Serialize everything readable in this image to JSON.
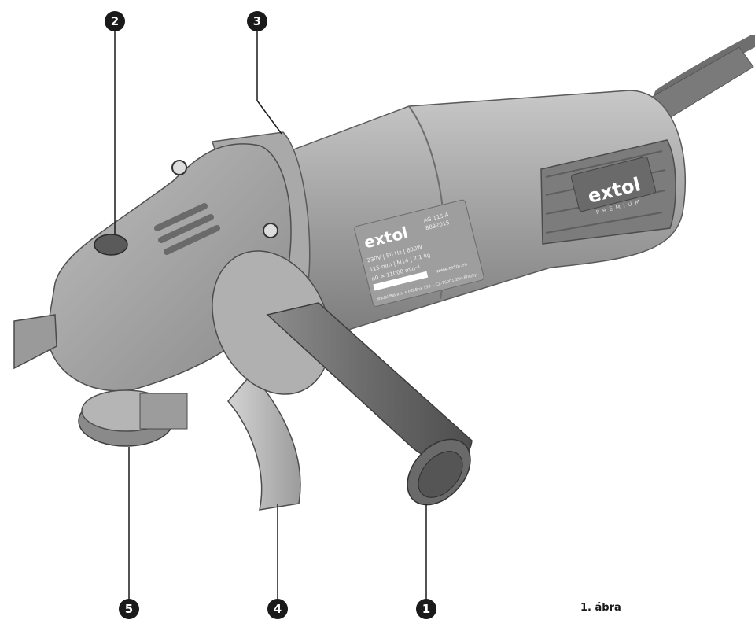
{
  "figure": {
    "caption": "1. ábra",
    "callouts": [
      {
        "id": "c1",
        "number": "1"
      },
      {
        "id": "c2",
        "number": "2"
      },
      {
        "id": "c3",
        "number": "3"
      },
      {
        "id": "c4",
        "number": "4"
      },
      {
        "id": "c5",
        "number": "5"
      }
    ]
  },
  "device": {
    "brand": "extol",
    "grip_brand": "extol",
    "grip_subtext": "PREMIUM",
    "rating_plate": {
      "model": "AG 115 A",
      "code": "8892015",
      "specs_line1": "230V | 50 Hz | 600W",
      "specs_line2": "115 mm | M14 | 2,1 kg",
      "specs_line3": "n0 = 11000 min⁻¹",
      "website": "www.extol.eu",
      "footer": "Madal Bal a.s. • P.O.Box 159 • CZ-76001 Zlín-Příluky"
    }
  },
  "colors": {
    "body_gray": "#9a9a9a",
    "callout_fill": "#1a1a1a"
  }
}
